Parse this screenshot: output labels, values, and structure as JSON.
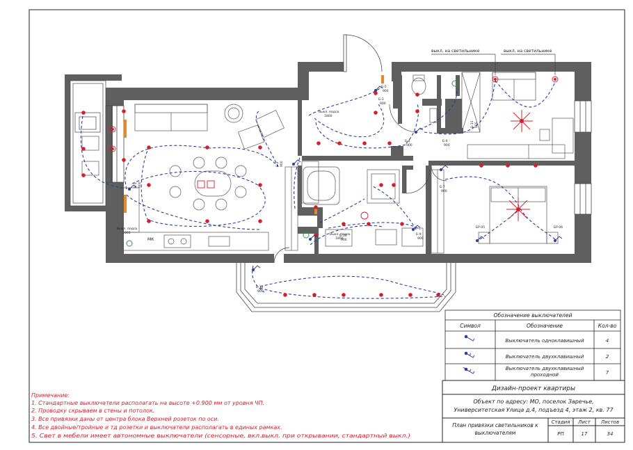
{
  "callouts": {
    "lamp_switch_1": "выкл. на светильнике",
    "lamp_switch_2": "выкл. на светильнике"
  },
  "plan_marks": {
    "s1": {
      "code": "Б-3",
      "height": "900"
    },
    "s2": {
      "code": "Б-5",
      "height": "900"
    },
    "s3": {
      "code": "Б-1",
      "height": "900"
    },
    "s4": {
      "code": "Б-2",
      "height": "900"
    },
    "s5": {
      "code": "Б-4",
      "height": "900"
    },
    "s6": {
      "code": "Б-6",
      "height": "900"
    },
    "s7": {
      "code": "Б-7",
      "height": "900"
    },
    "s8": {
      "code": "Б-9",
      "height": "900"
    },
    "s9": {
      "code": "Б-10",
      "height": "900"
    },
    "s10": {
      "code": "Б-11",
      "height": "900"
    },
    "s11": {
      "code": "Б-12",
      "height": "900"
    },
    "bath_switch": "Выкл. подсв.",
    "bath_height": "1800",
    "hall_switch": "Выкл. подсв.",
    "hall_height": "1800",
    "kitchen_switch": "Выкл. подсв.",
    "kitchen_height": "1800",
    "bed_left": "БР-05",
    "bed_right": "БР-06",
    "mk_label": "МК"
  },
  "legend": {
    "title": "Обозначение выключателей",
    "headers": {
      "symbol": "Символ",
      "name": "Обозначение",
      "count": "Кол-во"
    },
    "rows": [
      {
        "name": "Выключатель одноклавишный",
        "count": "4"
      },
      {
        "name": "Выключатель двухклавишный",
        "count": "2"
      },
      {
        "name": "Выключатель двухклавишный",
        "name2": "проходной",
        "count": "7"
      }
    ]
  },
  "title_block": {
    "project": "Дизайн-проект квартиры",
    "address_line1": "Объект по адресу: МО, поселок Заречье,",
    "address_line2": "Университетская Улица д.4, подъезд 4, этаж 2, кв. 77",
    "sheet_name_1": "План привязки светильников к",
    "sheet_name_2": "выключателям",
    "stage_label": "Стадия",
    "sheet_label": "Лист",
    "sheets_label": "Листов",
    "stage": "РП",
    "sheet": "17",
    "sheets": "34"
  },
  "notes": {
    "title": "Примечание:",
    "lines": [
      "1. Стандартные выключатели располагать на высоте +0.900 мм от уровня ЧП.",
      "2. Проводку скрываем в стены и потолок.",
      "3. Все привязки даны от центра блока Верхней розеток по оси.",
      "4. Все двойные/тройные и тд розетки и выключатели располагать в единых рамках.",
      "5. Свет в мебели имеет автономные выключатели (сенсорные, вкл.выкл. при открывании, стандартный выкл.)"
    ]
  },
  "colors": {
    "wall": "#5f5f5f",
    "line": "#444444",
    "wire": "#2c3f9a",
    "lamp": "#d0202c",
    "note": "#d0202c",
    "accent": "#e08a2a"
  }
}
